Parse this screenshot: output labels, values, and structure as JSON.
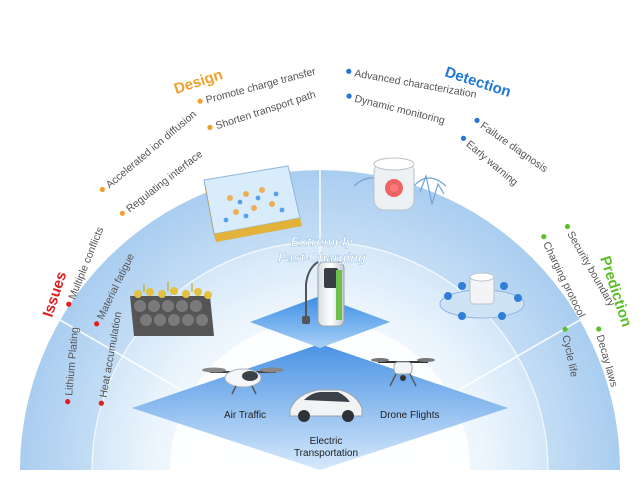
{
  "center": {
    "title_line1": "Extremely",
    "title_line2": "Fast-Charging"
  },
  "sections": {
    "design": {
      "title": "Design",
      "color": "#f0a030",
      "bullets": [
        "Accelerated ion diffusion",
        "Regulating interface",
        "Promote charge transfer",
        "Shorten transport path"
      ]
    },
    "detection": {
      "title": "Detection",
      "color": "#1f78d6",
      "bullets": [
        "Advanced characterization",
        "Dynamic monitoring",
        "Failure diagnosis",
        "Early warning"
      ]
    },
    "issues": {
      "title": "Issues",
      "color": "#e02020",
      "bullets": [
        "Multiple conflicts",
        "Material fatigue",
        "Lithium Plating",
        "Heat accumulation"
      ]
    },
    "prediction": {
      "title": "Prediction",
      "color": "#5cbf2a",
      "bullets": [
        "Security boundary",
        "Charging protocol",
        "Decay laws",
        "Cycle life"
      ]
    }
  },
  "applications": {
    "air_traffic": "Air Traffic",
    "drone_flights": "Drone Flights",
    "electric_line1": "Electric",
    "electric_line2": "Transportation"
  },
  "icons": [
    "battery-cell-icon",
    "battery-sensor-icon",
    "electrode-particles-icon",
    "battery-system-icon",
    "charging-station-icon",
    "evtol-aircraft-icon",
    "drone-icon",
    "electric-car-icon"
  ]
}
